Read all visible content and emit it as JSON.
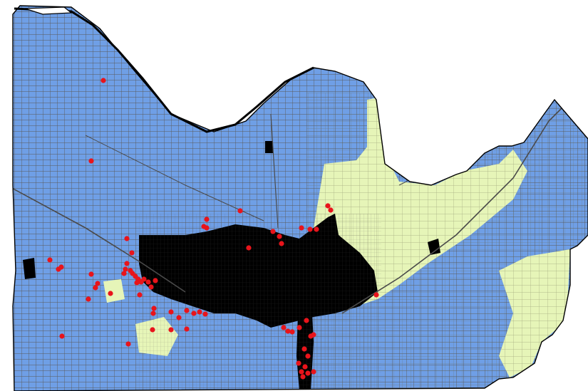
{
  "map": {
    "colors": {
      "background": "#ffffff",
      "parcel_zone_a": "#6f9fe6",
      "parcel_zone_b": "#e6f5b8",
      "urban_core": "#000000",
      "parcel_lines": "#5a5a5a",
      "river": "#000000",
      "points": "#e8141b"
    },
    "layers": [
      {
        "name": "parcels-zone-a",
        "color_key": "parcel_zone_a"
      },
      {
        "name": "parcels-zone-b",
        "color_key": "parcel_zone_b"
      },
      {
        "name": "urban-core",
        "color_key": "urban_core"
      },
      {
        "name": "point-locations",
        "color_key": "points"
      }
    ],
    "point_count": 68
  }
}
